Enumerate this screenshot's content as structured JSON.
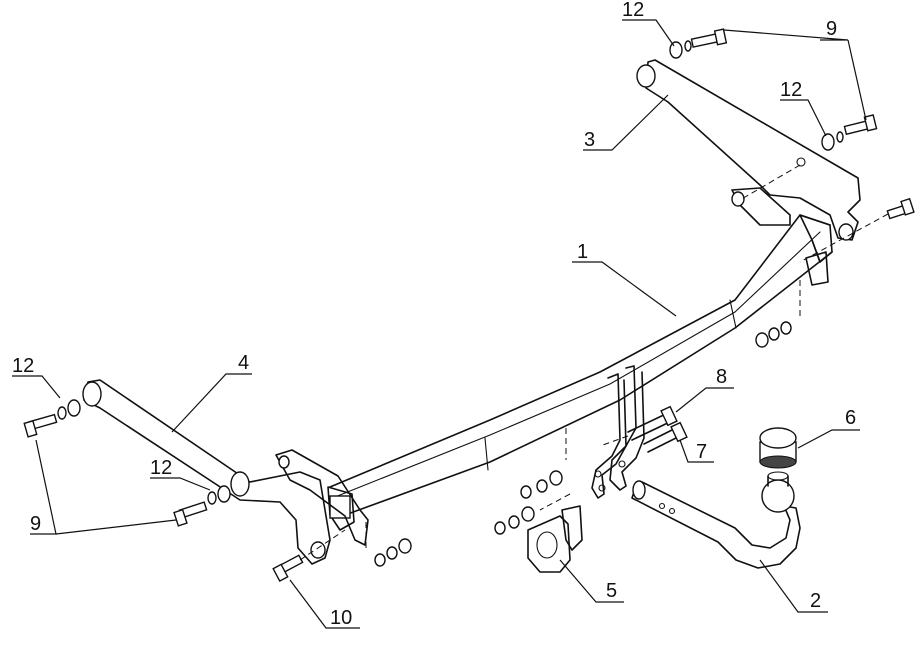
{
  "diagram": {
    "labels": {
      "part_1": "1",
      "part_2": "2",
      "part_3": "3",
      "part_4": "4",
      "part_5": "5",
      "part_6": "6",
      "part_7": "7",
      "part_8": "8",
      "part_9_top": "9",
      "part_9_left": "9",
      "part_10": "10",
      "part_12_top": "12",
      "part_12_top_right": "12",
      "part_12_left": "12",
      "part_12_left_lower": "12"
    }
  }
}
